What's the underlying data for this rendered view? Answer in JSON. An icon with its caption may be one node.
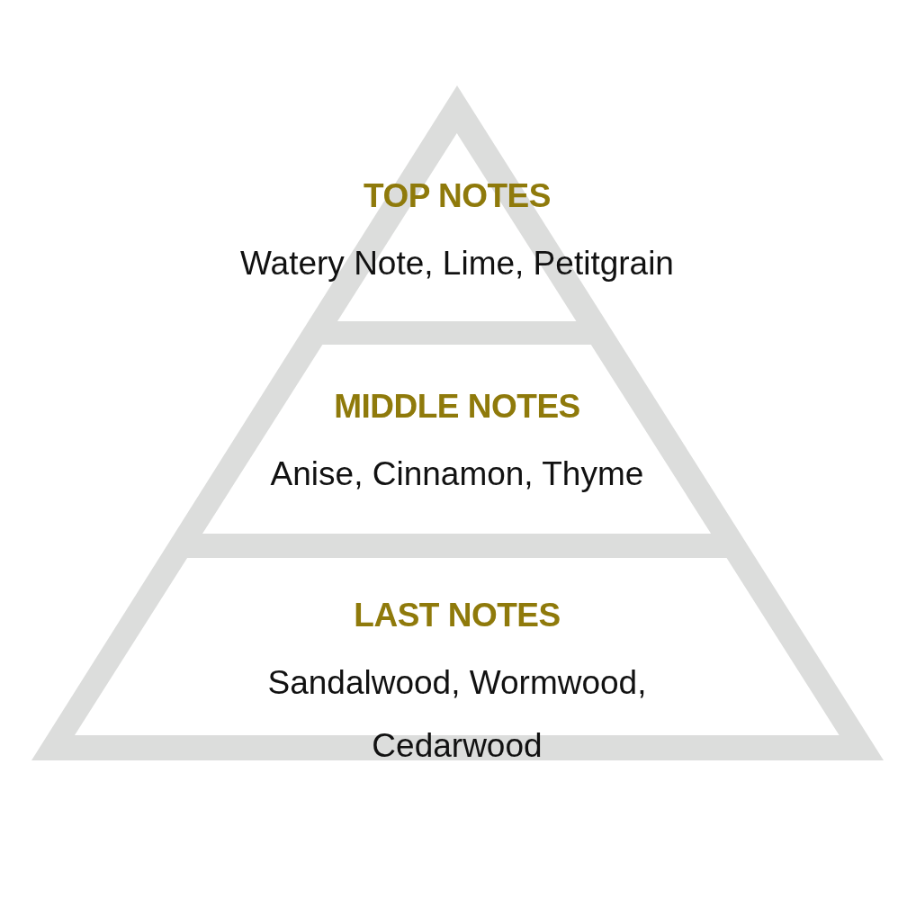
{
  "diagram": {
    "nodes": [
      {
        "text": [
          "TOP NOTES",
          "Watery Note, Lime, Petitgrain"
        ]
      },
      {
        "text": [
          "MIDDLE NOTES",
          "Anise, Cinnamon, Thyme"
        ]
      },
      {
        "text": [
          "LAST NOTES",
          "Sandalwood, Wormwood, Cedarwood"
        ]
      }
    ]
  }
}
